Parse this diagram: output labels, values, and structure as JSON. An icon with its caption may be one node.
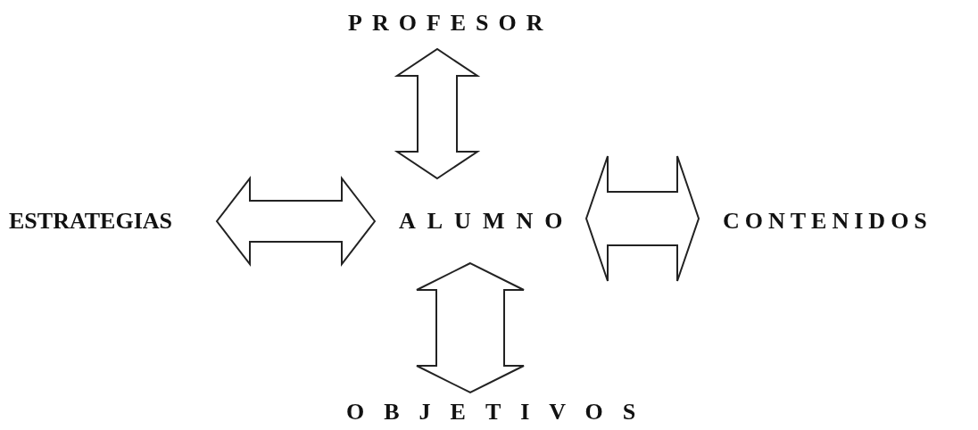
{
  "diagram": {
    "nodes": [
      {
        "text": [
          "PROFESOR"
        ]
      },
      {
        "text": [
          "ESTRATEGIAS"
        ]
      },
      {
        "text": [
          "ALUMNO"
        ]
      },
      {
        "text": [
          "CONTENIDOS"
        ]
      },
      {
        "text": [
          "OBJETIVOS"
        ]
      }
    ],
    "edges": [
      {
        "from": 2,
        "to": 0,
        "arrow": "both"
      },
      {
        "from": 2,
        "to": 1,
        "arrow": "both"
      },
      {
        "from": 2,
        "to": 3,
        "arrow": "both"
      },
      {
        "from": 2,
        "to": 4,
        "arrow": "both"
      }
    ]
  }
}
